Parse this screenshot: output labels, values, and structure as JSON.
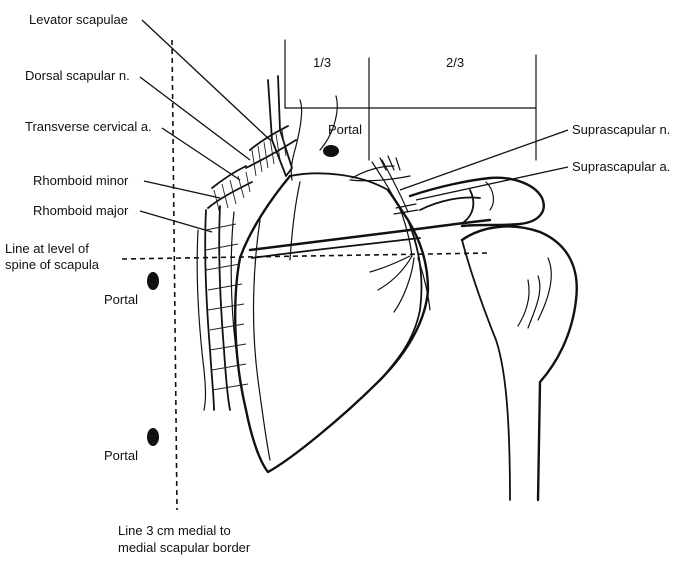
{
  "labels": {
    "levator_scapulae": "Levator scapulae",
    "dorsal_scapular_n": "Dorsal scapular n.",
    "transverse_cervical_a": "Transverse cervical a.",
    "rhomboid_minor": "Rhomboid minor",
    "rhomboid_major": "Rhomboid major",
    "line_spine_line1": "Line at level of",
    "line_spine_line2": "spine of scapula",
    "portal_top": "Portal",
    "portal_middle": "Portal",
    "portal_bottom": "Portal",
    "suprascapular_n": "Suprascapular n.",
    "suprascapular_a": "Suprascapular a.",
    "one_third": "1/3",
    "two_thirds": "2/3",
    "medial_line_line1": "Line 3 cm medial to",
    "medial_line_line2": "medial scapular border"
  },
  "colors": {
    "ink": "#111111",
    "background": "#ffffff"
  }
}
